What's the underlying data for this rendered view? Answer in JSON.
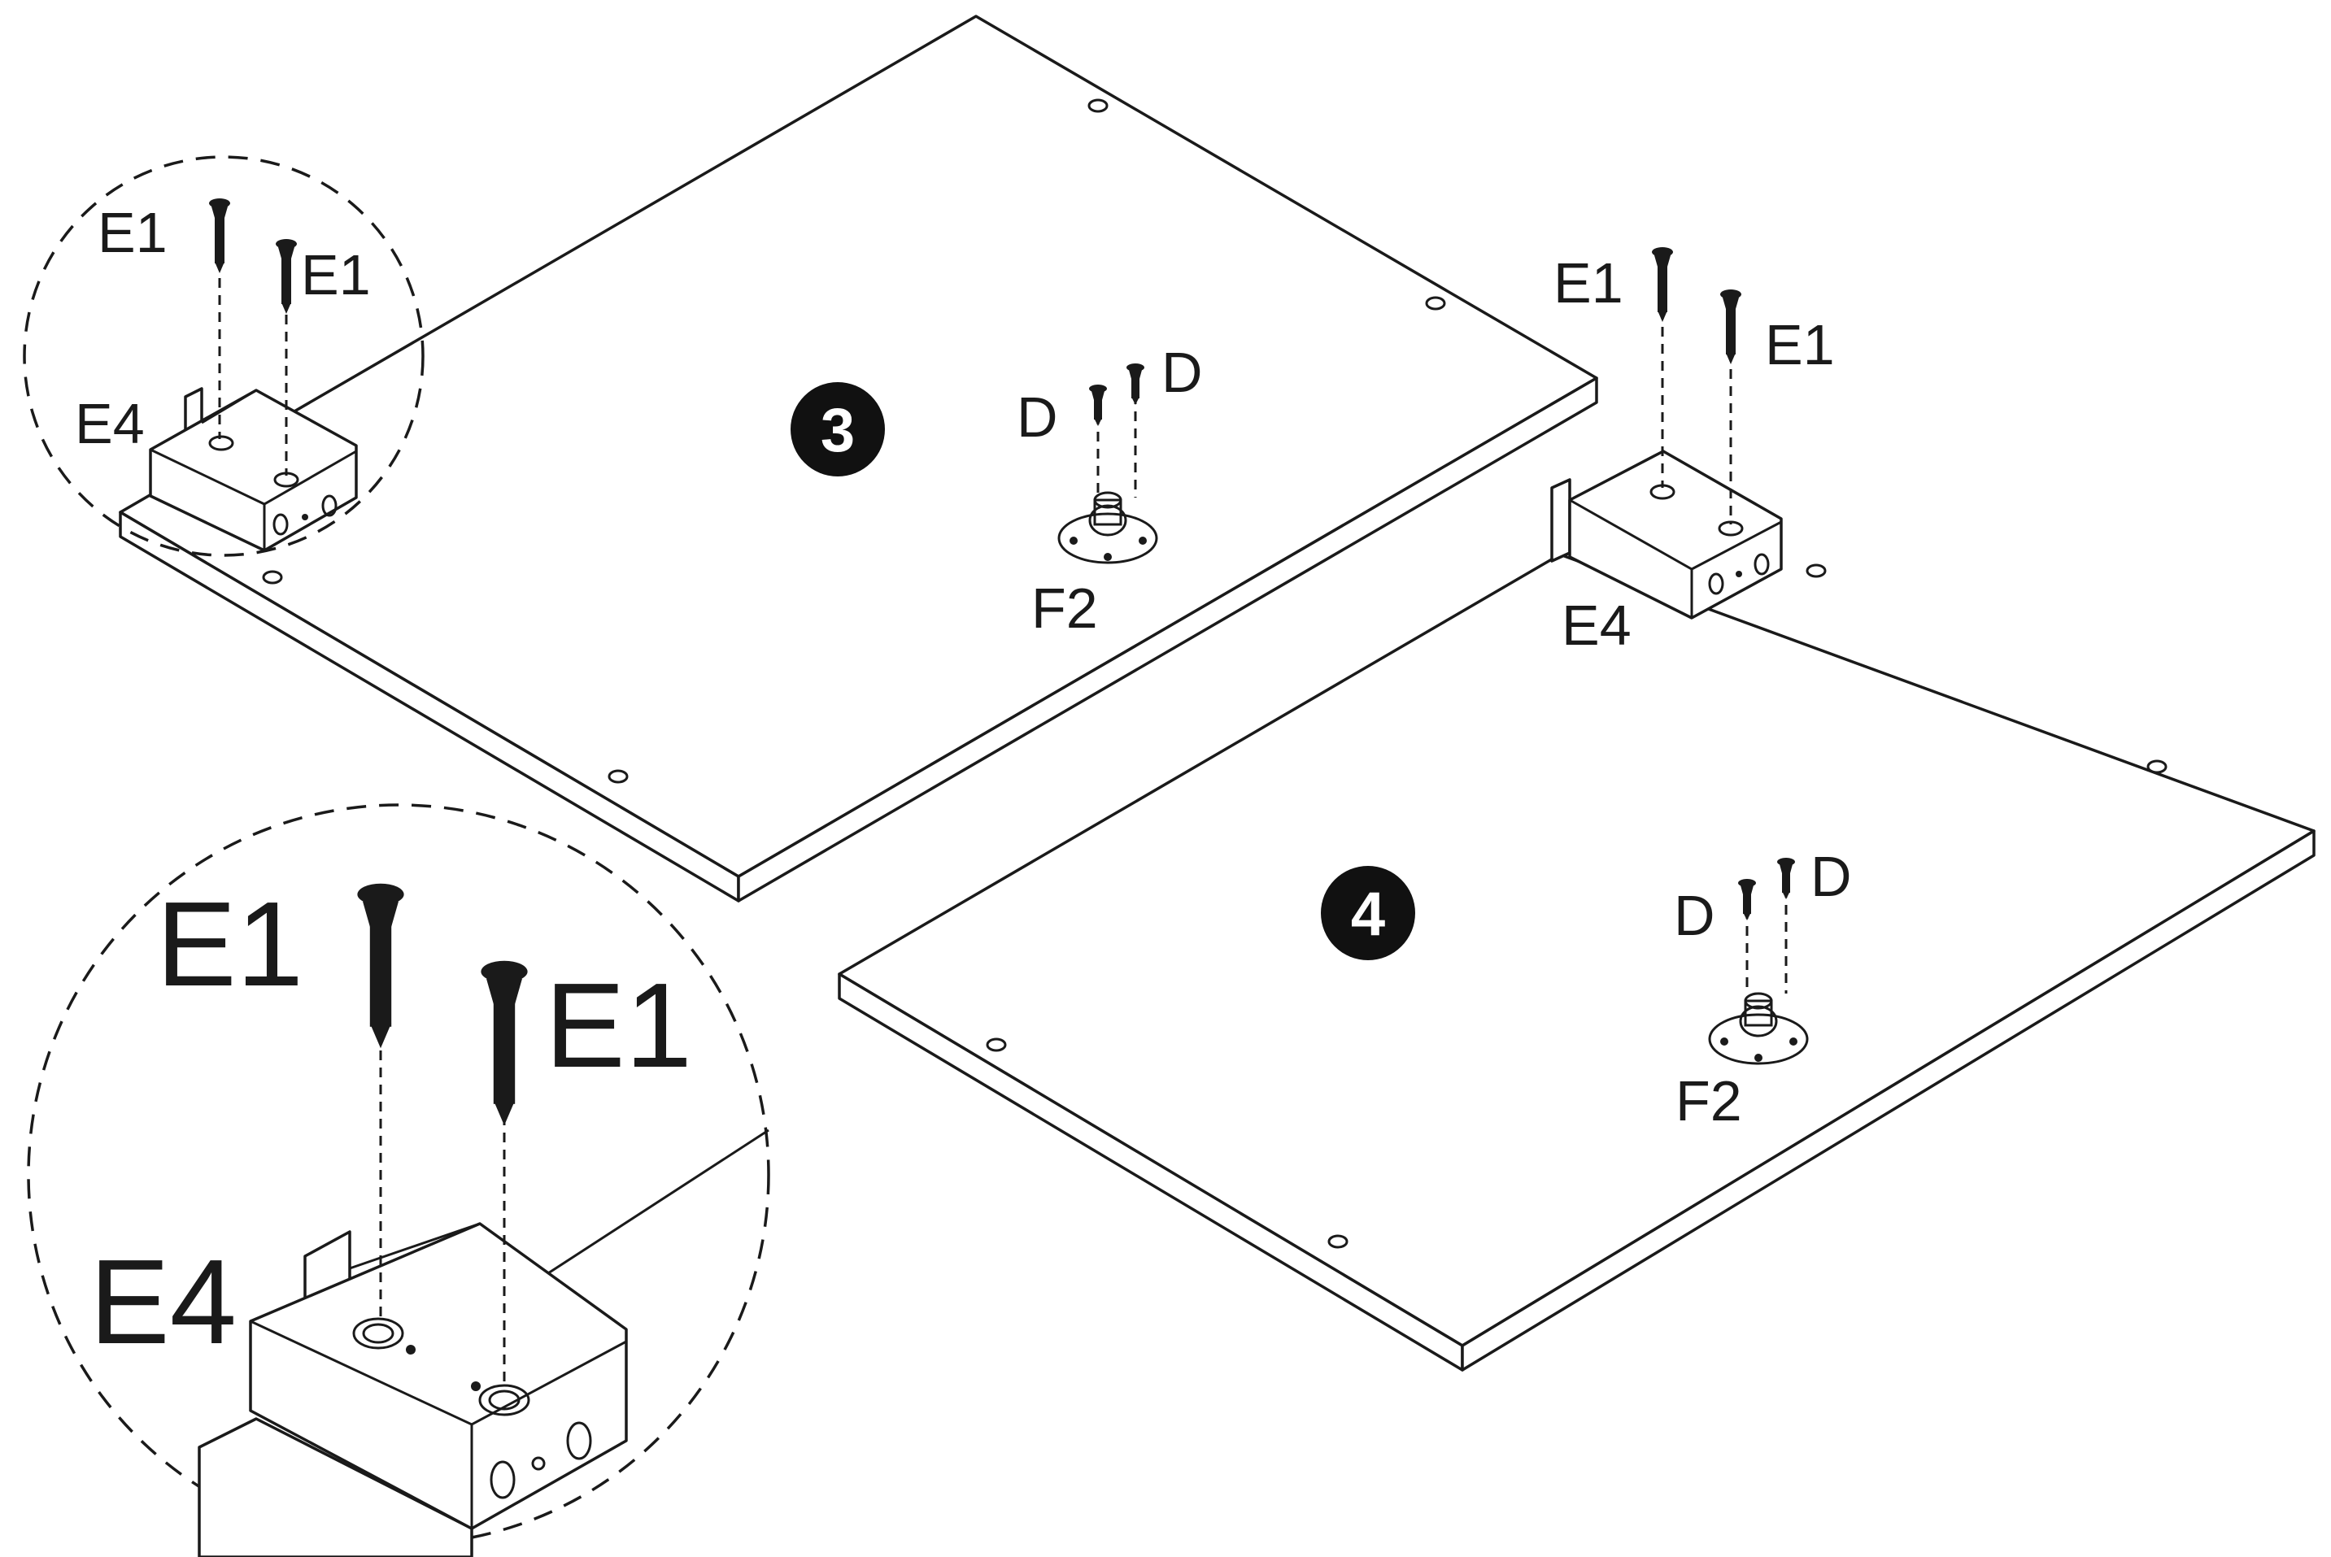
{
  "steps": {
    "step3": "3",
    "step4": "4"
  },
  "labels": {
    "e1": "E1",
    "e4": "E4",
    "d": "D",
    "f2": "F2"
  },
  "colors": {
    "line": "#1a1a1a",
    "background": "#ffffff",
    "badge": "#111111"
  },
  "icons": {
    "screw": "screw-icon",
    "small_screw": "small-screw-icon",
    "bracket": "corner-bracket-icon",
    "hinge_plate": "hinge-plate-icon"
  }
}
